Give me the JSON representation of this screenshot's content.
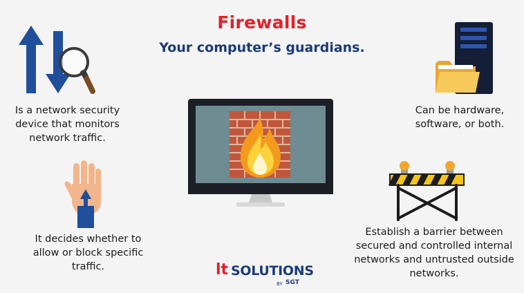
{
  "header": {
    "title": "Firewalls",
    "subtitle": "Your computer’s guardians."
  },
  "features": {
    "monitor": [
      "Is a network security",
      "device that monitors",
      "network traffic."
    ],
    "hardware": [
      "Can be hardware,",
      "software, or both."
    ],
    "decide": [
      "It decides whether to",
      "allow or block specific",
      "traffic."
    ],
    "barrier": [
      "Establish a barrier between",
      "secured and controlled internal",
      "networks and untrusted outside",
      "networks."
    ]
  },
  "icons": {
    "traffic": "arrows-magnifier-icon",
    "hardware": "server-folder-icon",
    "decide": "stop-hand-icon",
    "barrier": "road-barrier-icon",
    "center": "monitor-firewall-icon"
  },
  "logo": {
    "it": "lt",
    "solutions": "SOLUTIONS",
    "by": "BY",
    "sgt": "SGT"
  },
  "colors": {
    "title": "#e3202a",
    "subtitle": "#1b3a7a",
    "arrow_blue": "#1f4e9a",
    "brick": "#c0573c",
    "screen": "#6f8c92"
  }
}
